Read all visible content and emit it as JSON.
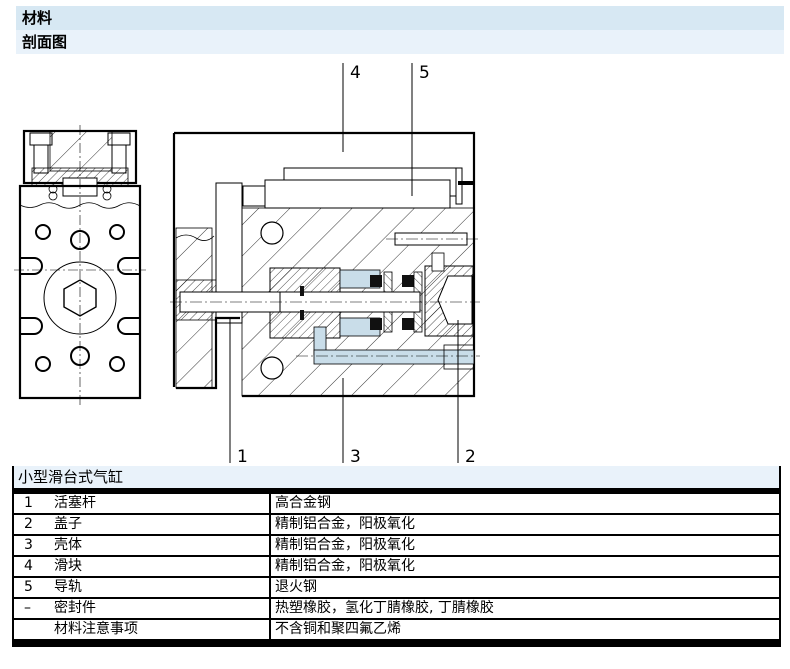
{
  "header": {
    "title": "材料",
    "subtitle": "剖面图"
  },
  "drawing": {
    "callouts": [
      "1",
      "2",
      "3",
      "4",
      "5"
    ],
    "colors": {
      "line": "#000000",
      "highlight": "#c9dde9"
    }
  },
  "table": {
    "title": "小型滑台式气缸",
    "rows": [
      {
        "num": "1",
        "part": "活塞杆",
        "material": "高合金钢"
      },
      {
        "num": "2",
        "part": "盖子",
        "material": "精制铝合金，阳极氧化"
      },
      {
        "num": "3",
        "part": "壳体",
        "material": "精制铝合金，阳极氧化"
      },
      {
        "num": "4",
        "part": "滑块",
        "material": "精制铝合金，阳极氧化"
      },
      {
        "num": "5",
        "part": "导轨",
        "material": "退火钢"
      },
      {
        "num": "–",
        "part": "密封件",
        "material": "热塑橡胶，氢化丁腈橡胶, 丁腈橡胶"
      },
      {
        "num": "",
        "part": "材料注意事项",
        "material": "不含铜和聚四氟乙烯"
      }
    ]
  }
}
